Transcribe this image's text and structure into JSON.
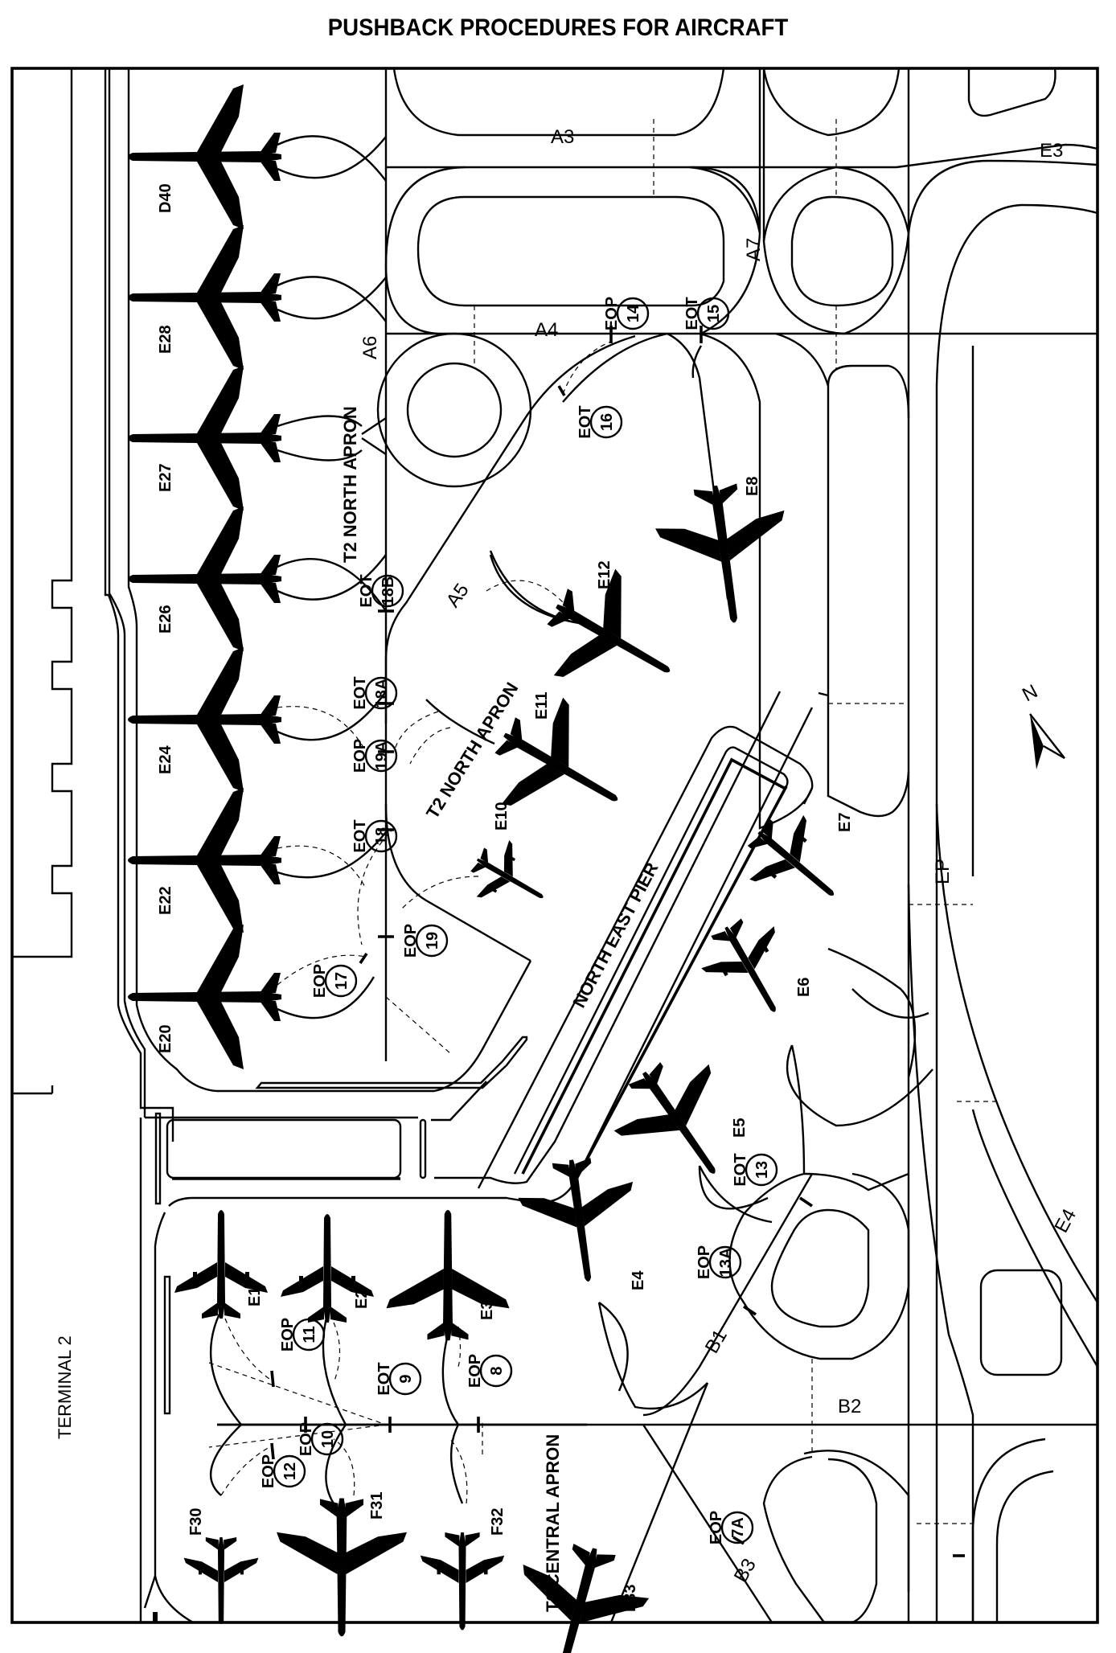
{
  "title": "PUSHBACK PROCEDURES FOR AIRCRAFT",
  "areas": {
    "terminal": "TERMINAL 2",
    "north_apron_upper": "T2 NORTH APRON",
    "north_apron_lower": "T2 NORTH APRON",
    "central_apron": "T2 CENTRAL APRON",
    "pier": "NORTH EAST PIER"
  },
  "taxiways": {
    "a3": "A3",
    "a4": "A4",
    "a5": "A5",
    "a6": "A6",
    "a7": "A7",
    "e3": "E3",
    "e4": "E4",
    "ep": "EP",
    "b1": "B1",
    "b2": "B2",
    "b3": "B3"
  },
  "stands": {
    "d40": "D40",
    "e28": "E28",
    "e27": "E27",
    "e26": "E26",
    "e24": "E24",
    "e22": "E22",
    "e20": "E20",
    "e12": "E12",
    "e11": "E11",
    "e10": "E10",
    "e8": "E8",
    "e7": "E7",
    "e6": "E6",
    "e5": "E5",
    "e4": "E4",
    "e1": "E1",
    "e2": "E2",
    "e3": "E3",
    "f30": "F30",
    "f31": "F31",
    "f32": "F32",
    "f33": "F33"
  },
  "points": [
    {
      "type": "EOP",
      "num": "14"
    },
    {
      "type": "EOT",
      "num": "15"
    },
    {
      "type": "EOT",
      "num": "16"
    },
    {
      "type": "EOT",
      "num": "18B"
    },
    {
      "type": "EOT",
      "num": "18A"
    },
    {
      "type": "EOP",
      "num": "19A"
    },
    {
      "type": "EOT",
      "num": "18"
    },
    {
      "type": "EOP",
      "num": "19"
    },
    {
      "type": "EOP",
      "num": "17"
    },
    {
      "type": "EOT",
      "num": "13"
    },
    {
      "type": "EOP",
      "num": "13A"
    },
    {
      "type": "EOP",
      "num": "11"
    },
    {
      "type": "EOT",
      "num": "9"
    },
    {
      "type": "EOP",
      "num": "8"
    },
    {
      "type": "EOP",
      "num": "10"
    },
    {
      "type": "EOP",
      "num": "12"
    },
    {
      "type": "EOP",
      "num": "7A"
    }
  ],
  "north_arrow": {
    "label": "N",
    "icon": "north-arrow-icon"
  }
}
